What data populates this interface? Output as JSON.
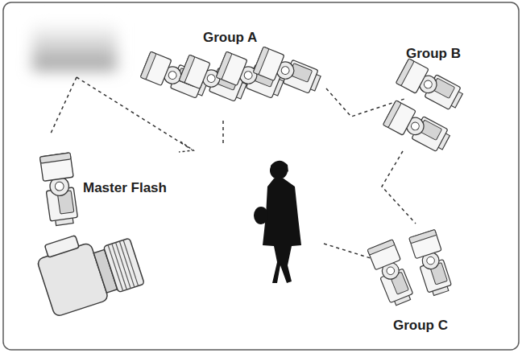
{
  "diagram": {
    "labels": [
      "Group A",
      "Group B",
      "Master Flash",
      "Group C"
    ]
  }
}
